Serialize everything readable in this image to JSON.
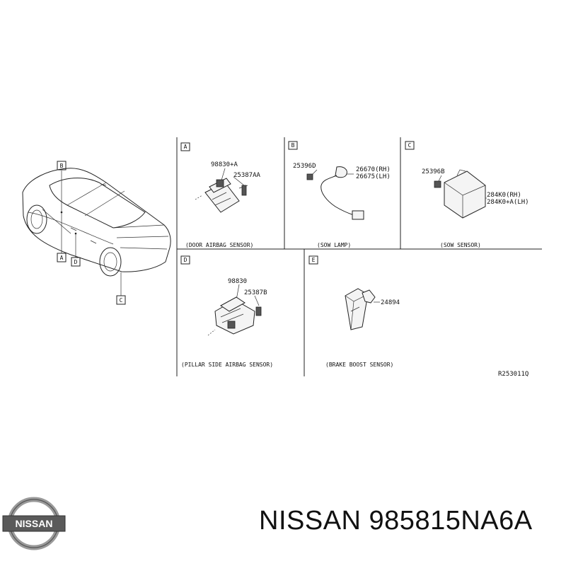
{
  "callouts": {
    "a": "A",
    "b": "B",
    "c": "C",
    "d": "D"
  },
  "panels": {
    "a": {
      "letter": "A",
      "part1": "98830+A",
      "part2": "25387AA",
      "caption": "(DOOR AIRBAG SENSOR)"
    },
    "b": {
      "letter": "B",
      "part1": "25396D",
      "part2": "26670(RH)",
      "part3": "26675(LH)",
      "caption": "(SOW LAMP)"
    },
    "c": {
      "letter": "C",
      "part1": "25396B",
      "part2": "284K0(RH)",
      "part3": "284K0+A(LH)",
      "caption": "(SOW SENSOR)"
    },
    "d": {
      "letter": "D",
      "part1": "98830",
      "part2": "25387B",
      "caption": "(PILLAR SIDE AIRBAG SENSOR)"
    },
    "e": {
      "letter": "E",
      "part1": "24894",
      "caption": "(BRAKE BOOST SENSOR)"
    }
  },
  "drawing_number": "R253011Q",
  "logo": {
    "text": "NISSAN"
  },
  "brand": {
    "title": "NISSAN 985815NA6A"
  }
}
